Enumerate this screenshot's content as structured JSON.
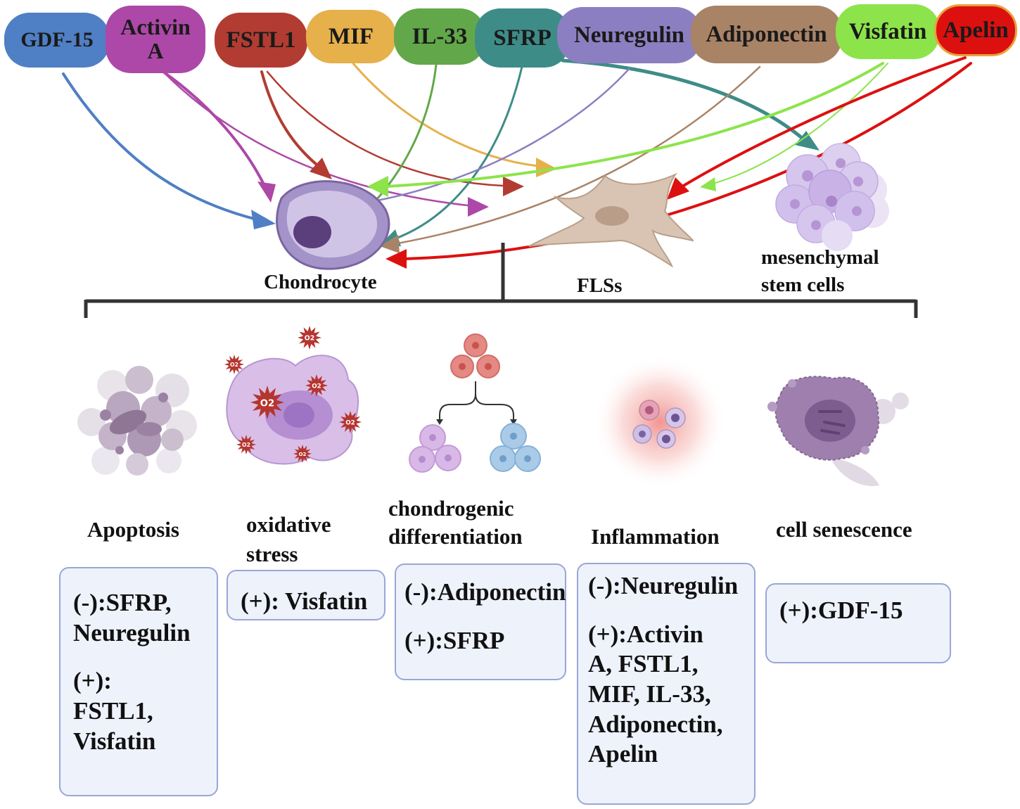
{
  "factors": [
    {
      "label": "GDF-15",
      "color": "#4f7fc4"
    },
    {
      "label": "Activin A",
      "color": "#ad48a8"
    },
    {
      "label": "FSTL1",
      "color": "#b23c32"
    },
    {
      "label": "MIF",
      "color": "#e6b04b"
    },
    {
      "label": "IL-33",
      "color": "#62a84a"
    },
    {
      "label": "SFRP",
      "color": "#3e8c88"
    },
    {
      "label": "Neuregulin",
      "color": "#8c7fc1"
    },
    {
      "label": "Adiponectin",
      "color": "#a98366"
    },
    {
      "label": "Visfatin",
      "color": "#8ce44a"
    },
    {
      "label": "Apelin",
      "color": "#dd1010"
    }
  ],
  "cells": {
    "chondrocyte": "Chondrocyte",
    "fls": "FLSs",
    "msc_line1": "mesenchymal",
    "msc_line2": "stem cells"
  },
  "outcomes": [
    {
      "title": "Apoptosis",
      "effects": [
        "(-):SFRP,",
        "Neuregulin",
        "",
        "(+):",
        "FSTL1,",
        "Visfatin"
      ]
    },
    {
      "title_line1": "oxidative",
      "title_line2": "stress",
      "effects": [
        "(+): Visfatin"
      ]
    },
    {
      "title_line1": "chondrogenic",
      "title_line2": "differentiation",
      "effects": [
        "(-):Adiponectin",
        "",
        "(+):SFRP"
      ]
    },
    {
      "title": "Inflammation",
      "effects": [
        "(-):Neuregulin",
        "",
        "(+):Activin",
        "A, FSTL1,",
        "MIF, IL-33,",
        "Adiponectin,",
        "Apelin"
      ]
    },
    {
      "title": "cell senescence",
      "effects": [
        "(+):GDF-15"
      ]
    }
  ],
  "ros_label": "O2"
}
